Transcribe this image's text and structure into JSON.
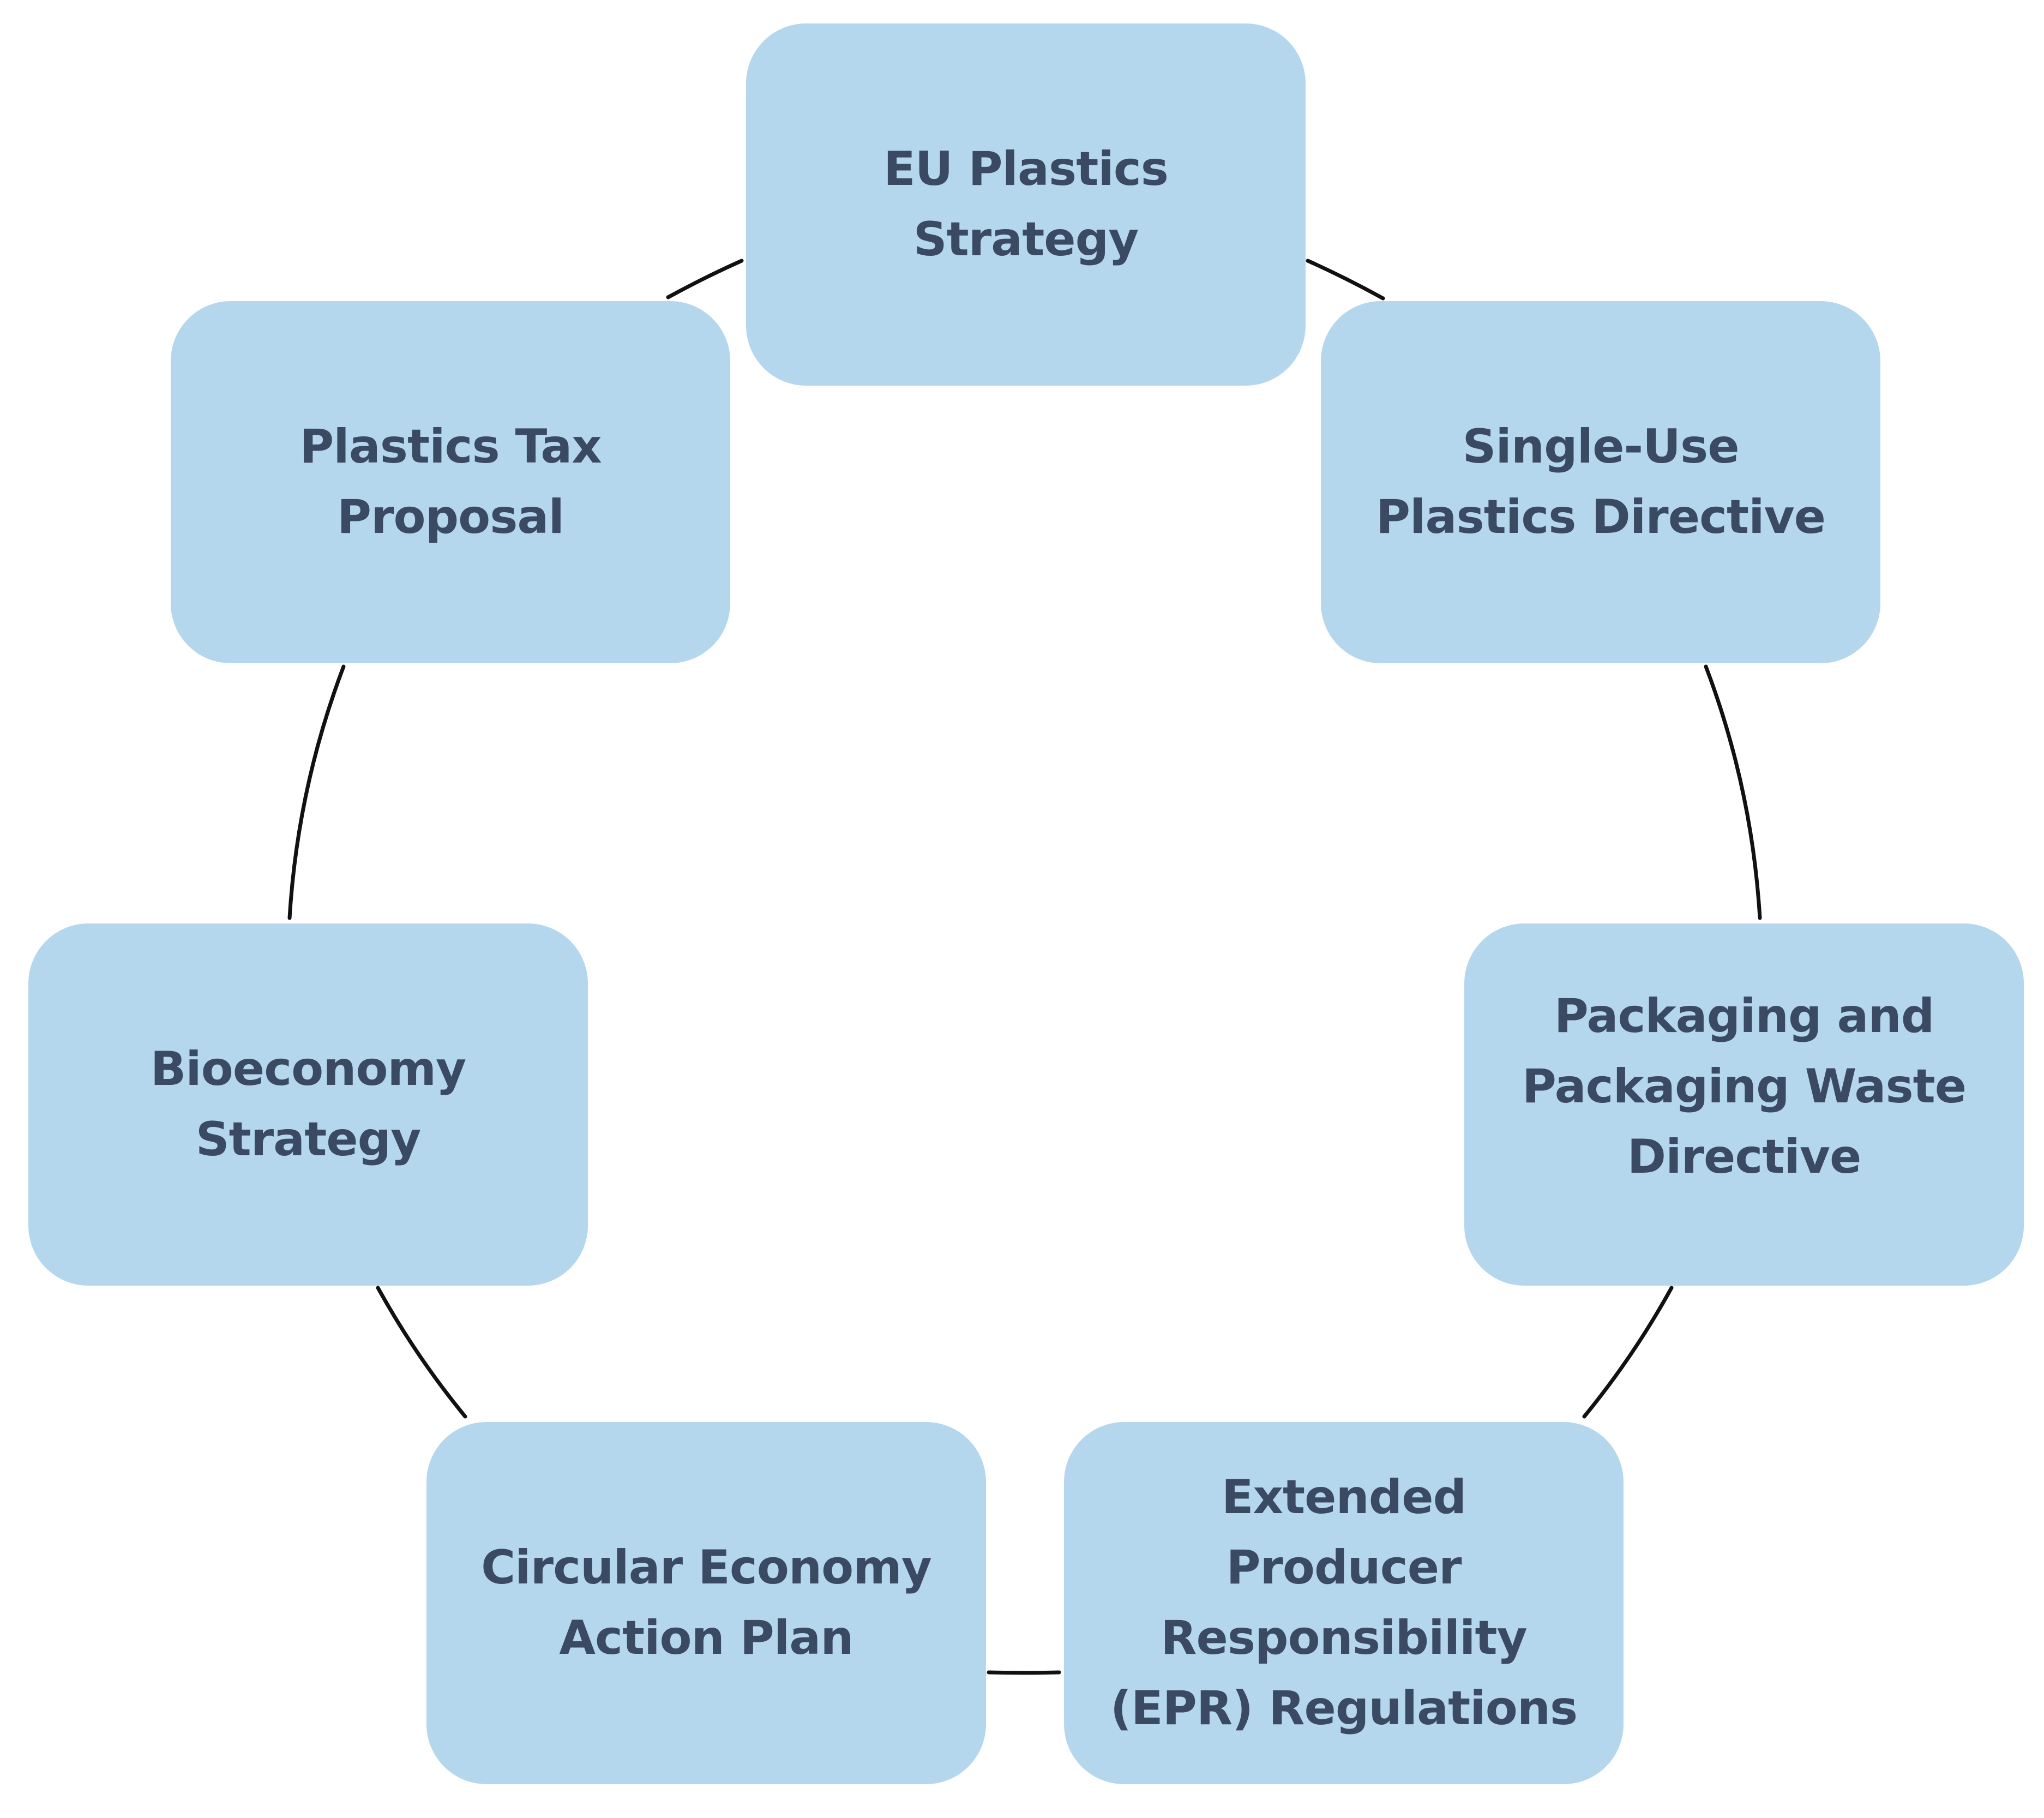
{
  "diagram": {
    "type": "cycle",
    "colors": {
      "box_fill": "#b5d7ee",
      "box_text": "#3b4a63",
      "connector": "#111111",
      "background": "#ffffff"
    },
    "nodes": [
      {
        "id": "eu-plastics-strategy",
        "label": "EU Plastics\nStrategy"
      },
      {
        "id": "single-use-plastics-directive",
        "label": "Single-Use\nPlastics Directive"
      },
      {
        "id": "packaging-waste-directive",
        "label": "Packaging and\nPackaging Waste\nDirective"
      },
      {
        "id": "epr-regulations",
        "label": "Extended\nProducer\nResponsibility\n(EPR) Regulations"
      },
      {
        "id": "circular-economy-action-plan",
        "label": "Circular Economy\nAction Plan"
      },
      {
        "id": "bioeconomy-strategy",
        "label": "Bioeconomy\nStrategy"
      },
      {
        "id": "plastics-tax-proposal",
        "label": "Plastics Tax\nProposal"
      }
    ]
  }
}
